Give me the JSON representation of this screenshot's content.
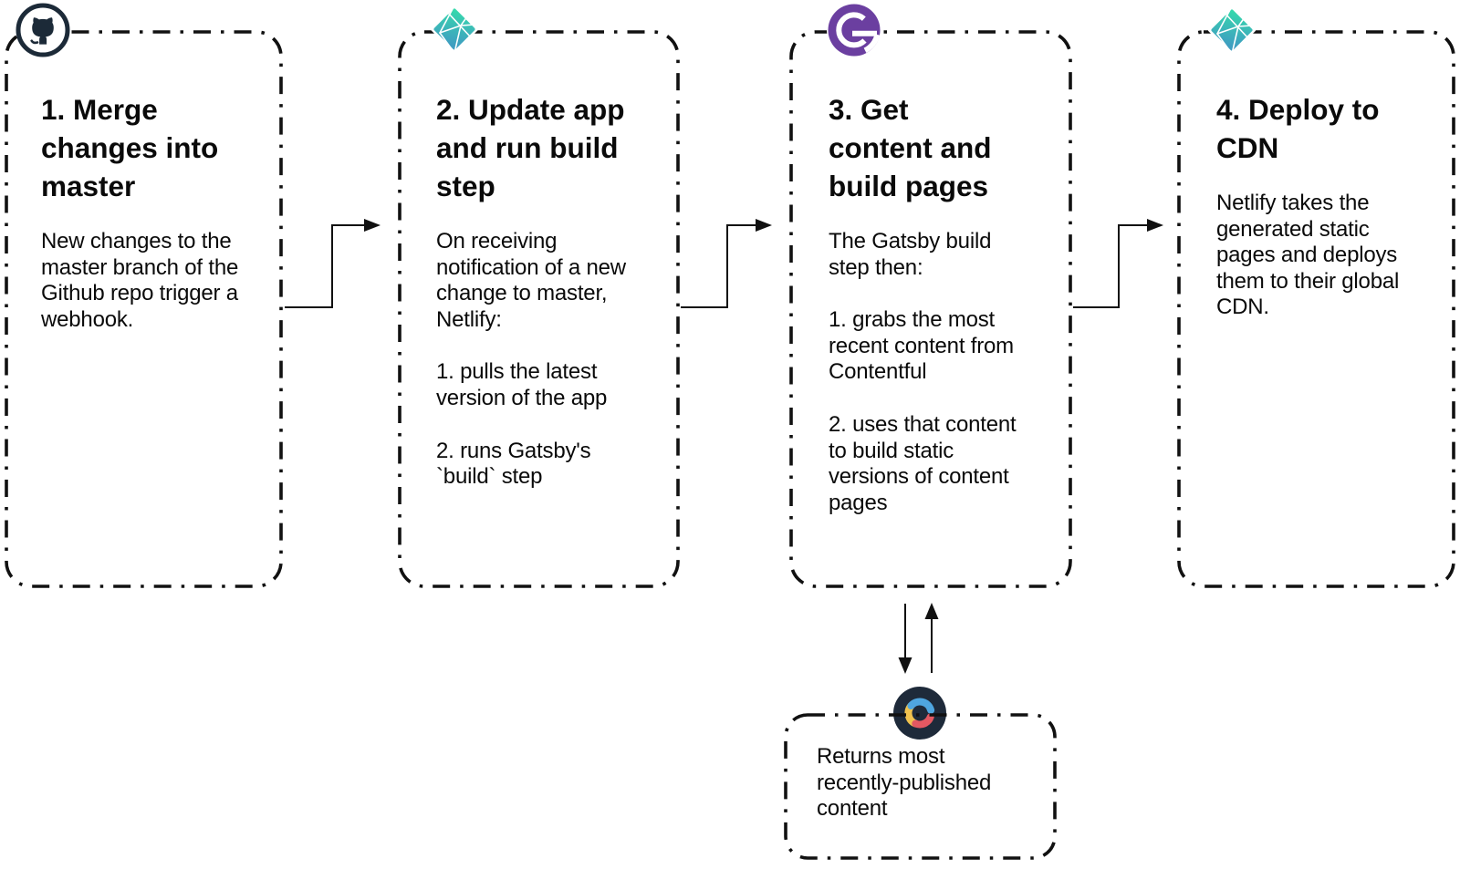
{
  "figure": {
    "type": "flow-diagram",
    "background": "#ffffff"
  },
  "steps": [
    {
      "title": "1. Merge changes into master",
      "icon": "github-icon",
      "paragraphs": [
        "New changes to the master branch of the Github repo trigger a webhook."
      ]
    },
    {
      "title": "2. Update app and run build step",
      "icon": "netlify-icon",
      "paragraphs": [
        "On receiving notification of a new change to master, Netlify:",
        "1. pulls the latest version of the app",
        "2. runs Gatsby's `build` step"
      ]
    },
    {
      "title": "3. Get content and build pages",
      "icon": "gatsby-icon",
      "paragraphs": [
        "The Gatsby build step then:",
        "1. grabs the most recent content from Contentful",
        "2. uses that content to build static versions of content pages"
      ]
    },
    {
      "title": "4. Deploy to CDN",
      "icon": "netlify-icon",
      "paragraphs": [
        "Netlify takes the generated static pages and deploys them to their global CDN."
      ]
    }
  ],
  "data_source": {
    "icon": "contentful-icon",
    "paragraphs": [
      "Returns most recently-published content"
    ]
  },
  "colors": {
    "border": "#111111",
    "text": "#0a0a0a",
    "github_navy": "#1c2a38",
    "netlify_green": "#35dcab",
    "netlify_blue": "#3e9ec1",
    "gatsby_purple": "#6b3fa0",
    "contentful_navy": "#1e2a3a",
    "contentful_blue": "#4fa6e0",
    "contentful_yellow": "#f0c24e",
    "contentful_red": "#e45862"
  }
}
